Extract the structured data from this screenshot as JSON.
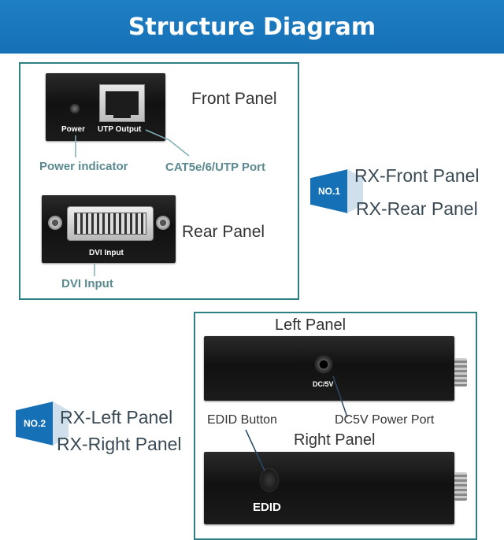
{
  "header": {
    "title": "Structure Diagram"
  },
  "colors": {
    "header_blue": "#1670b6",
    "frame_teal": "#2f7f86",
    "callout_teal": "#5a8a8f",
    "device_black": "#151515"
  },
  "section1": {
    "badge": "NO.1",
    "labels": [
      "RX-Front Panel",
      "RX-Rear Panel"
    ],
    "front": {
      "title": "Front Panel",
      "device_power": "Power",
      "device_utp": "UTP Output",
      "callout_power": "Power indicator",
      "callout_port": "CAT5e/6/UTP Port"
    },
    "rear": {
      "title": "Rear Panel",
      "device_dvi": "DVI Input",
      "callout_dvi": "DVI Input"
    }
  },
  "section2": {
    "badge": "NO.2",
    "labels": [
      "RX-Left Panel",
      "RX-Right Panel"
    ],
    "left": {
      "title": "Left Panel",
      "device_dc": "DC/5V",
      "callout_edid": "EDID Button",
      "callout_dc": "DC5V Power Port"
    },
    "right": {
      "title": "Right Panel",
      "device_edid": "EDID"
    }
  }
}
